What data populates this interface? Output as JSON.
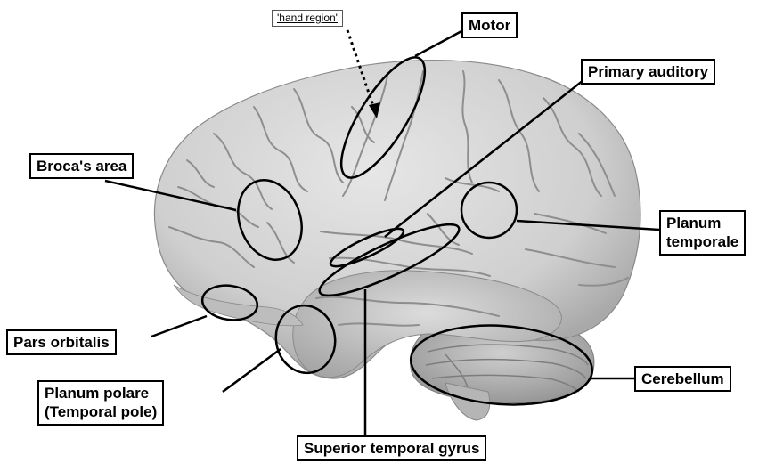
{
  "labels": {
    "hand_region": "'hand region'",
    "motor": "Motor",
    "primary_auditory": "Primary auditory",
    "brocas_area": "Broca's area",
    "planum_temporale_1": "Planum",
    "planum_temporale_2": "temporale",
    "pars_orbitalis": "Pars orbitalis",
    "planum_polare_1": "Planum polare",
    "planum_polare_2": "(Temporal pole)",
    "cerebellum": "Cerebellum",
    "superior_temporal_gyrus": "Superior temporal gyrus"
  },
  "colors": {
    "brain": "#d4d4d4",
    "brain_shadow": "#a8a8a8",
    "sulci": "#8e8e8e",
    "outline": "#000000"
  }
}
